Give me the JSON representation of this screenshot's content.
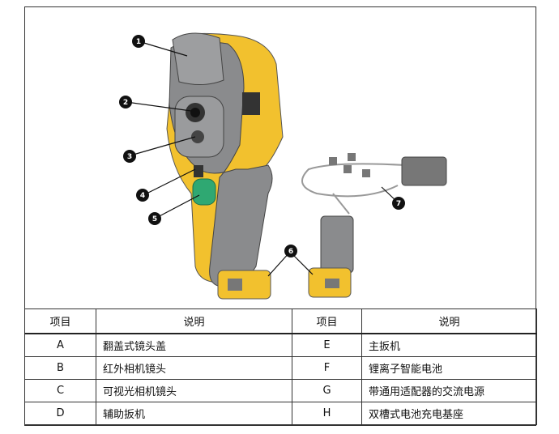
{
  "callouts": [
    "1",
    "2",
    "3",
    "4",
    "5",
    "6",
    "7"
  ],
  "table": {
    "headers": [
      "项目",
      "说明",
      "项目",
      "说明"
    ],
    "rows": [
      {
        "a": "A",
        "ad": "翻盖式镜头盖",
        "b": "E",
        "bd": "主扳机"
      },
      {
        "a": "B",
        "ad": "红外相机镜头",
        "b": "F",
        "bd": "锂离子智能电池"
      },
      {
        "a": "C",
        "ad": "可视光相机镜头",
        "b": "G",
        "bd": "带通用适配器的交流电源"
      },
      {
        "a": "D",
        "ad": "辅助扳机",
        "b": "H",
        "bd": "双槽式电池充电基座"
      }
    ]
  },
  "colors": {
    "yellow": "#f2c12e",
    "gray": "#8a8b8d",
    "green": "#2fa872"
  }
}
